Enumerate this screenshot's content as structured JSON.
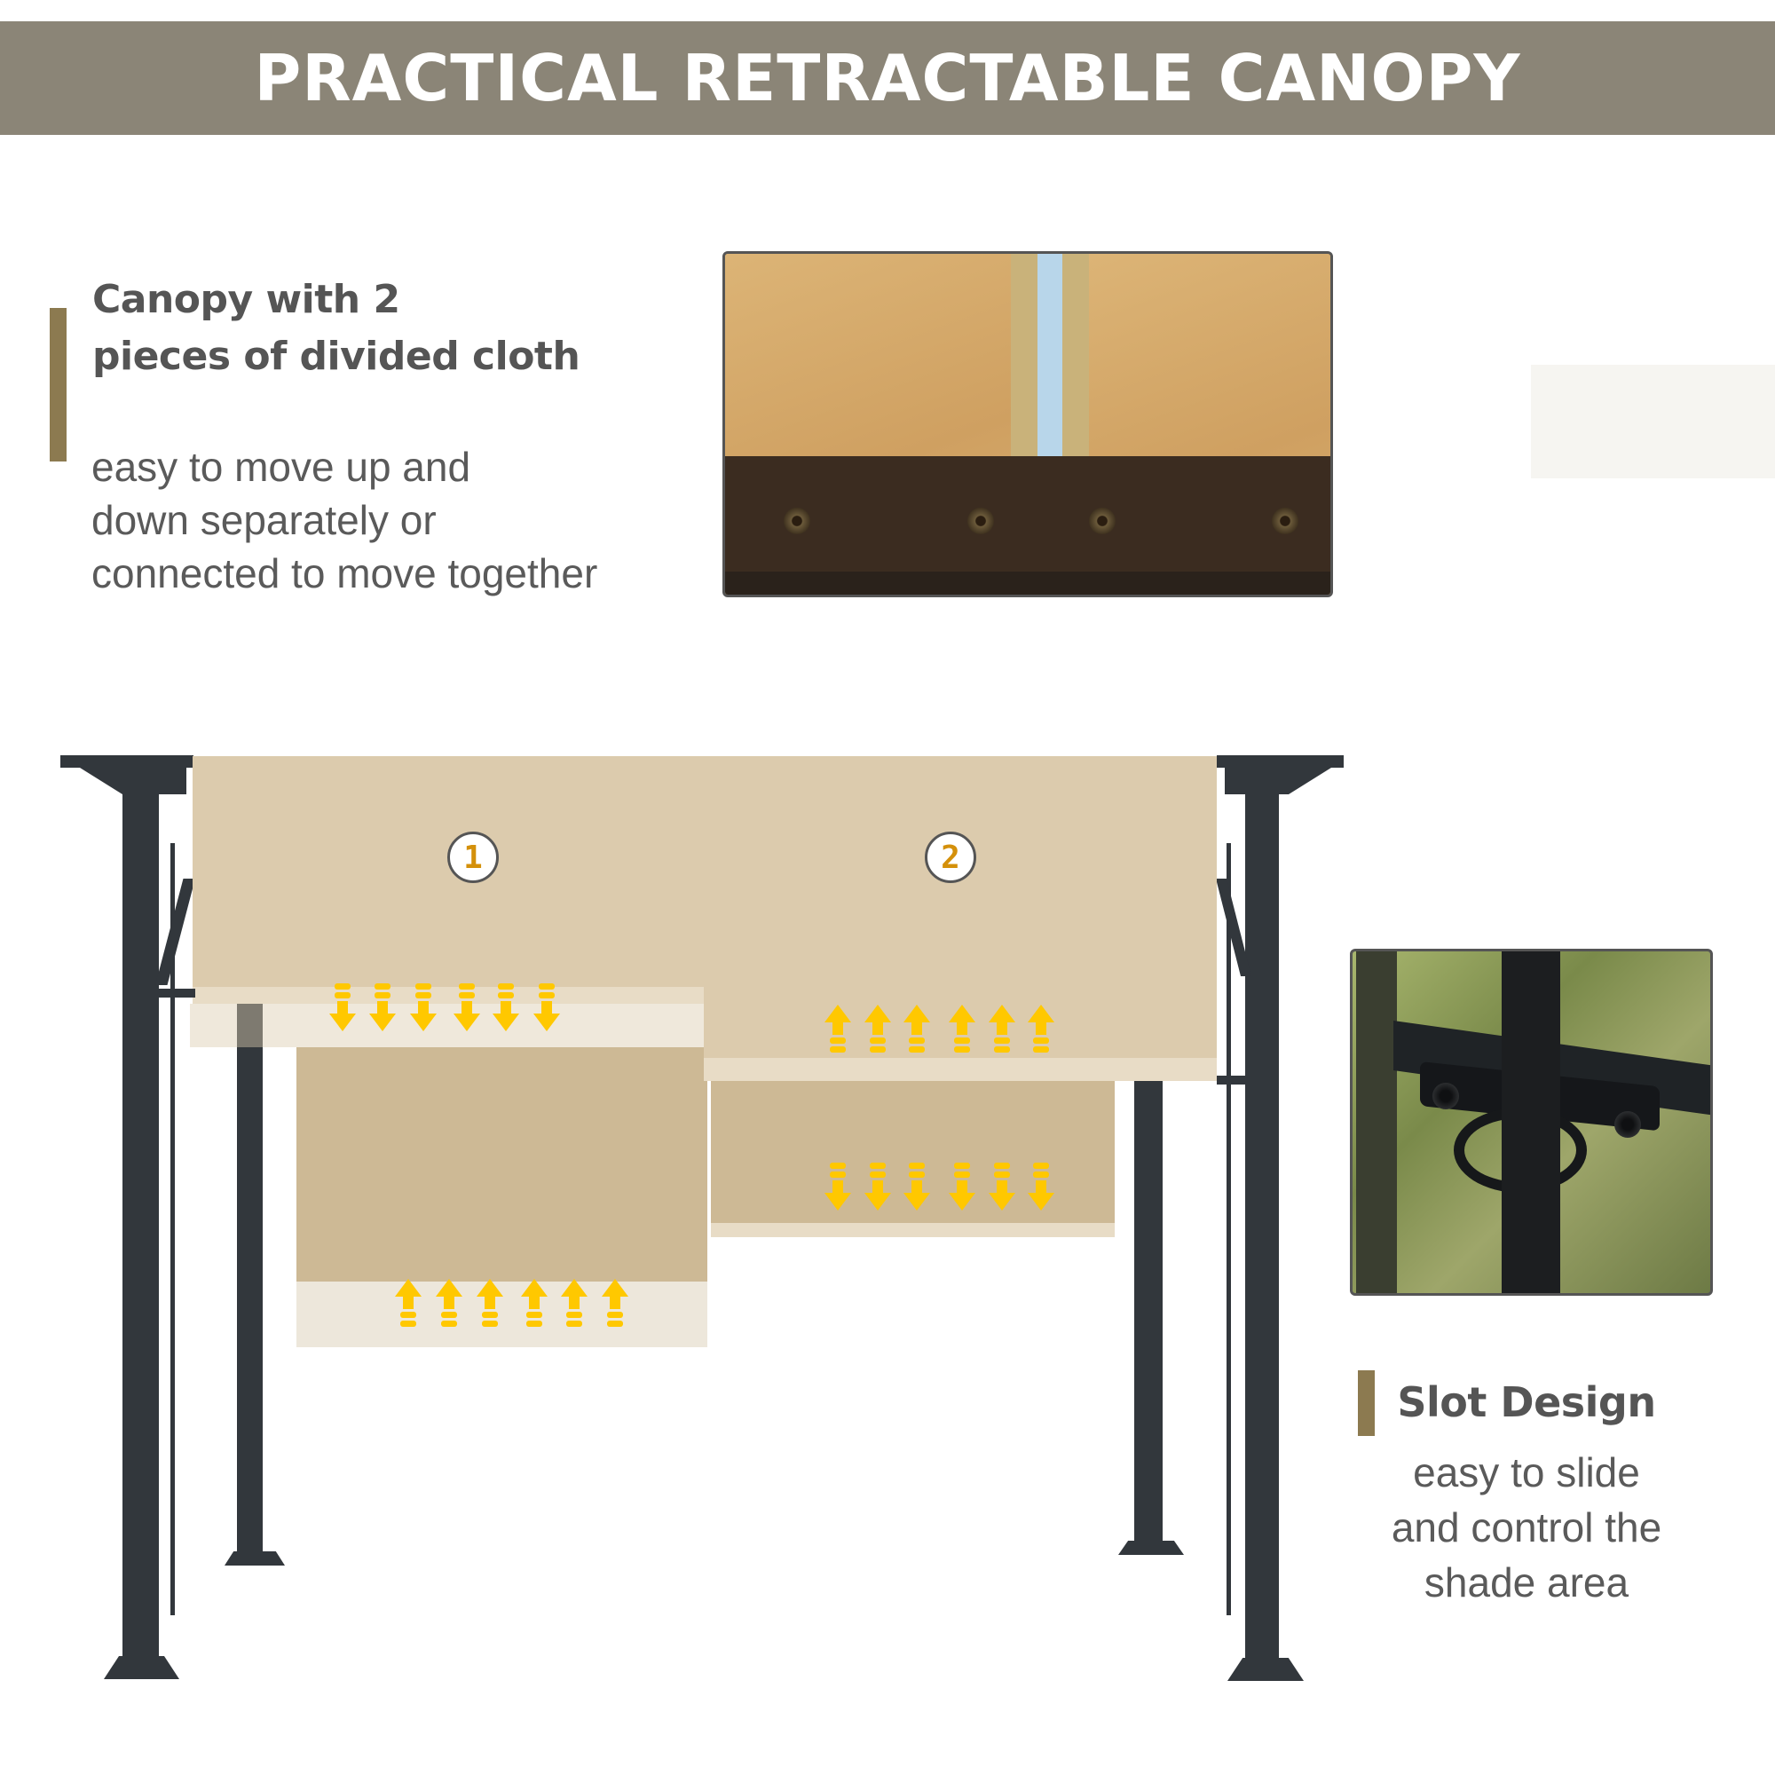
{
  "header": {
    "title": "PRACTICAL RETRACTABLE CANOPY",
    "band_color": "#8b8577"
  },
  "feature_left": {
    "heading_lines": [
      "Canopy with 2",
      "pieces of divided cloth"
    ],
    "body_lines": [
      "easy to move up and",
      "down separately or",
      "connected to move together"
    ],
    "accent_color": "#8c7a50"
  },
  "feature_right": {
    "heading": "Slot Design",
    "body_lines": [
      "easy to slide",
      "and control the",
      "shade area"
    ],
    "accent_color": "#8c7a50"
  },
  "photos": [
    {
      "name": "canopy-joint-closeup",
      "description": "two divided canopy cloths meeting over a bolted brown beam"
    },
    {
      "name": "slot-ring-closeup",
      "description": "black ring slot sliding on vertical pole with bolted bracket"
    }
  ],
  "pergola": {
    "panels": [
      {
        "number": "1",
        "arrows": [
          "down",
          "up"
        ]
      },
      {
        "number": "2",
        "arrows": [
          "up",
          "down"
        ]
      }
    ],
    "arrow_color": "#ffc800",
    "number_color": "#d4900a",
    "canopy_color": "#dccbad",
    "frame_color": "#32373c"
  }
}
